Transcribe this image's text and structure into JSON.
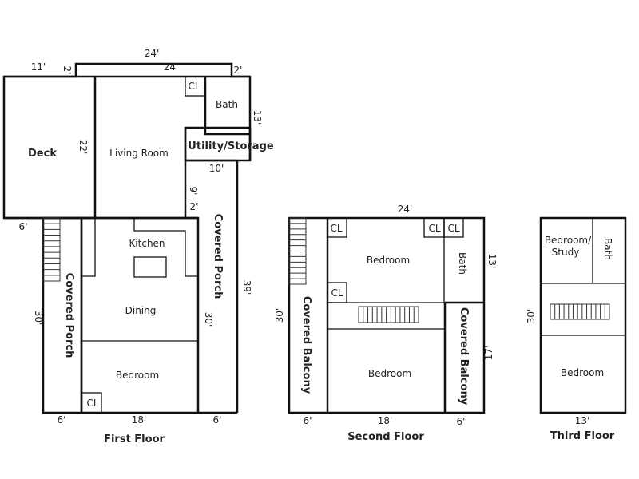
{
  "first_floor": {
    "title": "First Floor",
    "rooms": {
      "deck": "Deck",
      "living": "Living Room",
      "utility": "Utility/Storage",
      "bath": "Bath",
      "closet": "CL",
      "kitchen": "Kitchen",
      "dining": "Dining",
      "bedroom": "Bedroom",
      "bedroom_closet": "CL",
      "porch_left": "Covered Porch",
      "porch_right": "Covered Porch"
    },
    "dims": {
      "top_outer": "24'",
      "top_inner": "24'",
      "deck_width": "11'",
      "step_left": "2'",
      "step_right": "2'",
      "bath_height": "13'",
      "utility_width": "10'",
      "porch_nine": "9'",
      "porch_two": "2'",
      "living_height": "22'",
      "deck_porch_gap": "6'",
      "left_height": "30'",
      "right_inner_height": "30'",
      "right_total_height": "39'",
      "bottom_left": "6'",
      "bottom_mid": "18'",
      "bottom_right": "6'"
    }
  },
  "second_floor": {
    "title": "Second Floor",
    "rooms": {
      "bedroom_top": "Bedroom",
      "bedroom_bottom": "Bedroom",
      "bath": "Bath",
      "closets": [
        "CL",
        "CL",
        "CL",
        "CL"
      ],
      "balcony_left": "Covered Balcony",
      "balcony_right": "Covered Balcony"
    },
    "dims": {
      "top": "24'",
      "bath_height": "13'",
      "balcony_height": "17'",
      "height": "30'",
      "bottom_left": "6'",
      "bottom_mid": "18'",
      "bottom_right": "6'"
    }
  },
  "third_floor": {
    "title": "Third Floor",
    "rooms": {
      "study_line1": "Bedroom/",
      "study_line2": "Study",
      "bath": "Bath",
      "bedroom": "Bedroom"
    },
    "dims": {
      "height": "30'",
      "width": "13'"
    }
  }
}
